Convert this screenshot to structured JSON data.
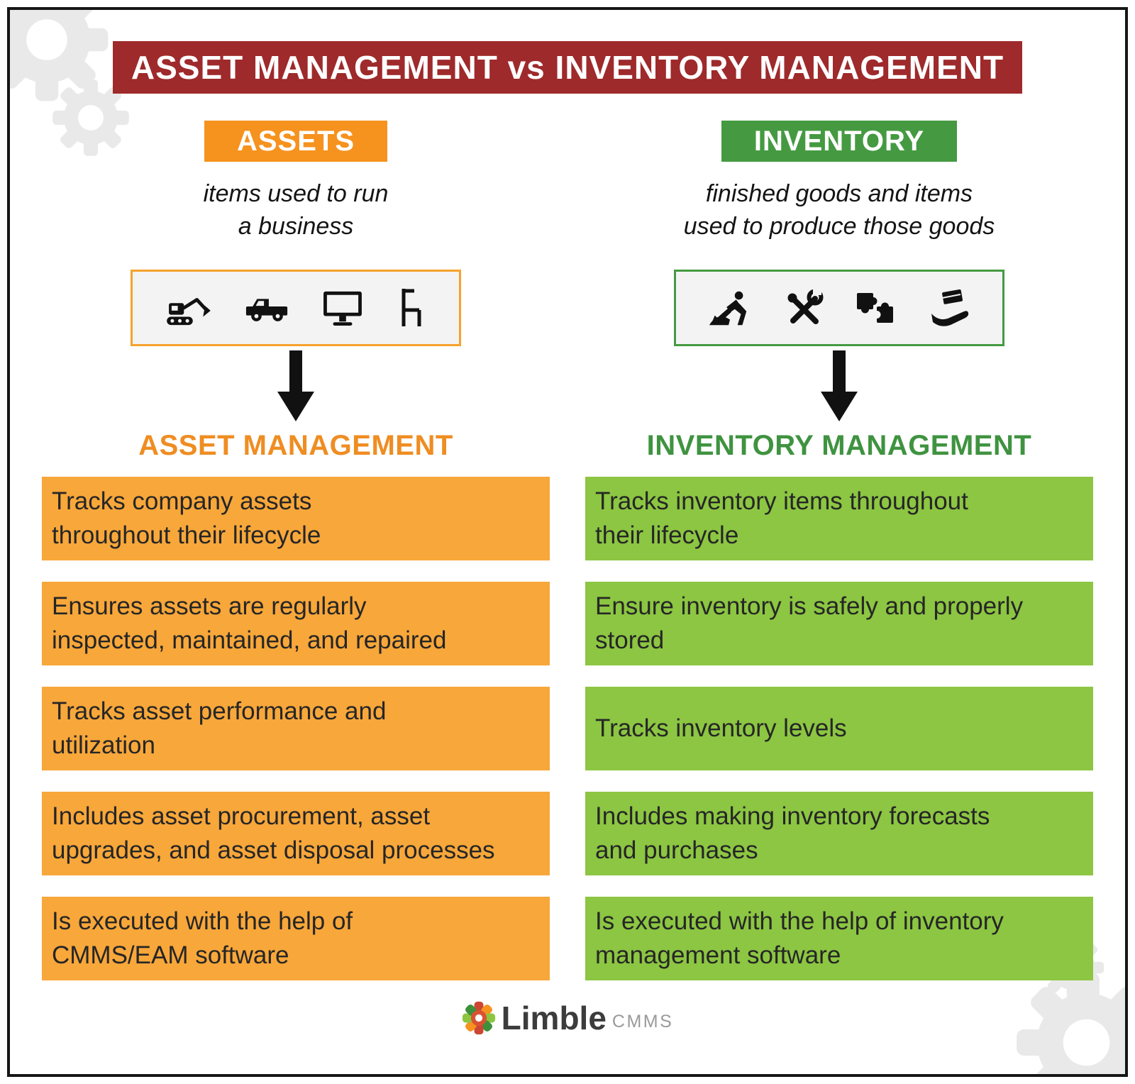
{
  "title": "ASSET MANAGEMENT vs INVENTORY MANAGEMENT",
  "assets": {
    "header": "ASSETS",
    "description": "items used to run\na business",
    "icons": [
      "excavator-icon",
      "pickup-truck-icon",
      "computer-monitor-icon",
      "chair-icon"
    ],
    "heading": "ASSET MANAGEMENT",
    "rows": [
      "Tracks company assets\nthroughout their lifecycle",
      "Ensures assets are regularly\ninspected, maintained, and repaired",
      "Tracks asset performance and\nutilization",
      "Includes asset procurement, asset\nupgrades, and asset disposal processes",
      "Is executed with the help of\nCMMS/EAM software"
    ]
  },
  "inventory": {
    "header": "INVENTORY",
    "description": "finished goods and items\nused to produce those goods",
    "icons": [
      "worker-digging-icon",
      "crossed-tools-icon",
      "puzzle-pieces-icon",
      "hand-holding-goods-icon"
    ],
    "heading": "INVENTORY MANAGEMENT",
    "rows": [
      "Tracks inventory items throughout\ntheir lifecycle",
      "Ensure inventory is safely and properly\nstored",
      "Tracks inventory levels",
      "Includes making inventory forecasts\nand purchases",
      "Is executed with the help of inventory\nmanagement software"
    ]
  },
  "footer": {
    "brand": "Limble",
    "suffix": "CMMS"
  },
  "colors": {
    "title_bar": "#9e2a2b",
    "assets_accent": "#f6921e",
    "assets_row": "#f8a73a",
    "assets_heading": "#ef8d22",
    "inventory_accent": "#459a41",
    "inventory_row": "#8cc642",
    "inventory_heading": "#3f9340",
    "icon_box_bg": "#f3f3f3",
    "decorative_gear": "#e9e9e9"
  }
}
